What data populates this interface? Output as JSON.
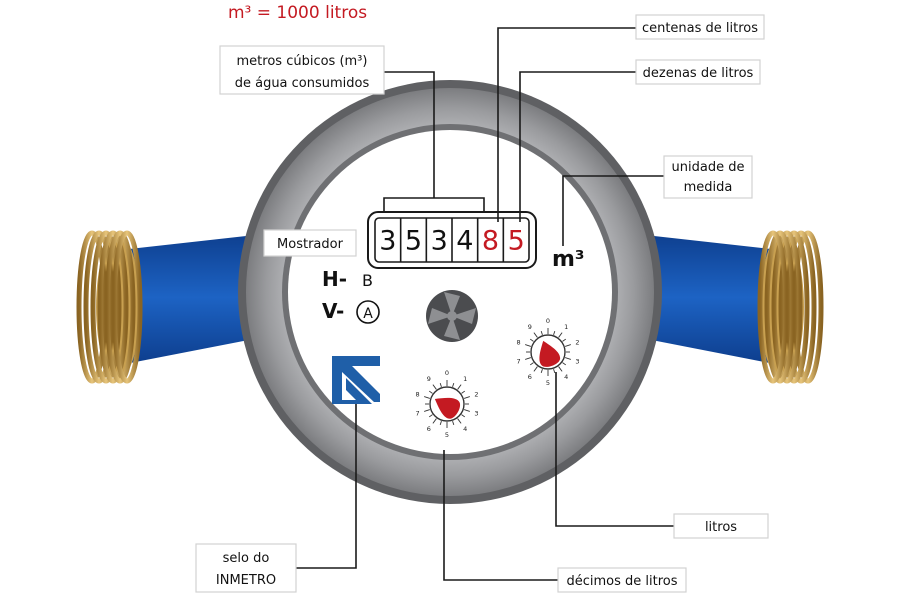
{
  "header": {
    "formula": "m³ = 1000 litros"
  },
  "labels": {
    "cubic_line1": "metros cúbicos (m³)",
    "cubic_line2": "de água consumidos",
    "hundreds": "centenas de litros",
    "tens": "dezenas de litros",
    "unit_line1": "unidade de",
    "unit_line2": "medida",
    "display": "Mostrador",
    "liters": "litros",
    "tenths": "décimos de litros",
    "seal_line1": "selo do",
    "seal_line2": "INMETRO"
  },
  "counter": {
    "digits": [
      "3",
      "5",
      "3",
      "4",
      "8",
      "5"
    ],
    "red_from_index": 4,
    "unit": "m³"
  },
  "classes": {
    "h_label": "H-",
    "h_value": "B",
    "v_label": "V-",
    "v_value": "A"
  },
  "dials": {
    "numbers": [
      "0",
      "1",
      "2",
      "3",
      "4",
      "5",
      "6",
      "7",
      "8",
      "9"
    ]
  },
  "colors": {
    "accent_red": "#c41a22",
    "pipe_blue": "#1b58b0",
    "thread_gold": "#c8a050",
    "ring_gray": "#8a8b8e",
    "inmetro_blue": "#1f5fa8"
  },
  "icons": {
    "seal": "inmetro-seal-icon",
    "flow_indicator": "flow-star-icon"
  }
}
